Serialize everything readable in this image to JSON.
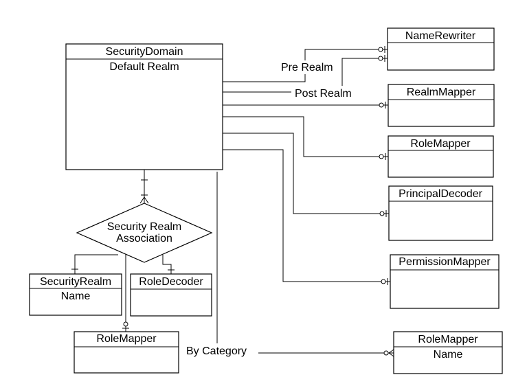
{
  "entities": {
    "security_domain": {
      "title": "SecurityDomain",
      "attribute": "Default Realm"
    },
    "name_rewriter": {
      "title": "NameRewriter",
      "attribute": ""
    },
    "realm_mapper": {
      "title": "RealmMapper",
      "attribute": ""
    },
    "role_mapper_right": {
      "title": "RoleMapper",
      "attribute": ""
    },
    "principal_decoder": {
      "title": "PrincipalDecoder",
      "attribute": ""
    },
    "permission_mapper": {
      "title": "PermissionMapper",
      "attribute": ""
    },
    "security_realm": {
      "title": "SecurityRealm",
      "attribute": "Name"
    },
    "role_decoder": {
      "title": "RoleDecoder",
      "attribute": ""
    },
    "role_mapper_bottom_left": {
      "title": "RoleMapper",
      "attribute": ""
    },
    "role_mapper_by_category": {
      "title": "RoleMapper",
      "attribute": "Name"
    }
  },
  "association": {
    "line1": "Security Realm",
    "line2": "Association"
  },
  "relationship_labels": {
    "pre_realm": "Pre Realm",
    "post_realm": "Post Realm",
    "by_category": "By Category"
  }
}
